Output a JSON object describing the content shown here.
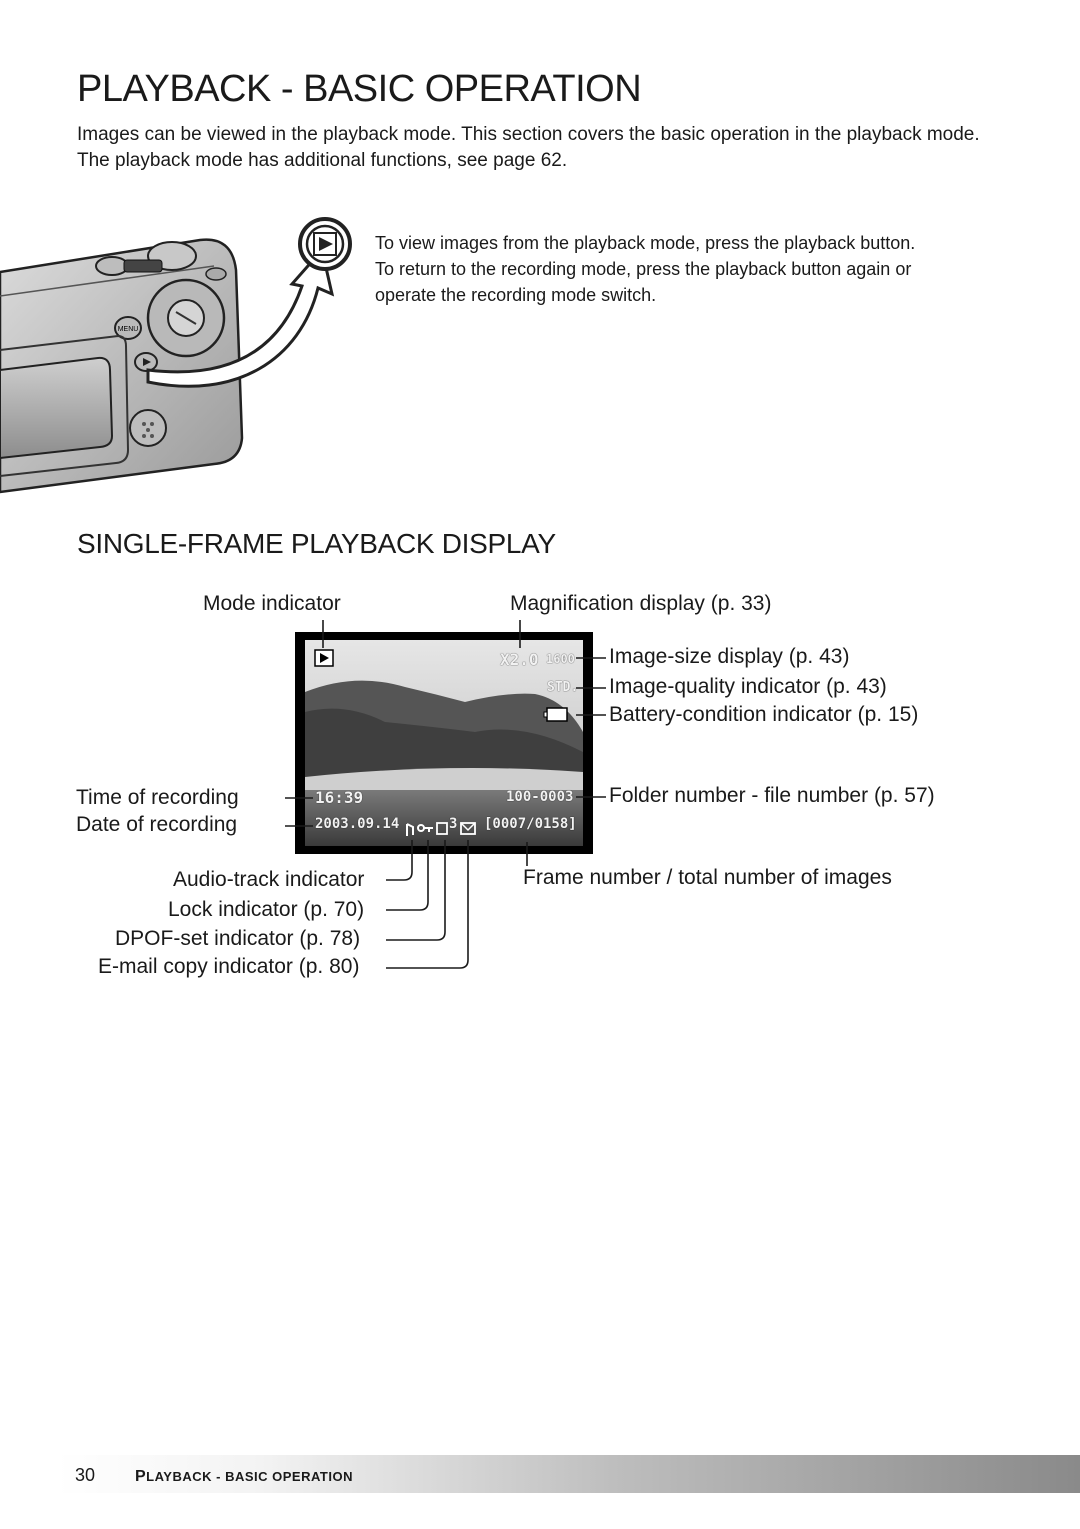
{
  "page": {
    "title": "PLAYBACK - BASIC OPERATION",
    "intro": "Images can be viewed in the playback mode. This section covers the basic operation in the playback mode. The playback mode has additional functions, see page 62.",
    "side_lines": [
      "To view images from the playback mode, press the playback button.",
      "To return to the recording mode, press the playback button again or",
      "operate the recording mode switch."
    ],
    "subtitle": "SINGLE-FRAME PLAYBACK DISPLAY"
  },
  "labels": {
    "mode_indicator": "Mode indicator",
    "magnification": "Magnification display (p. 33)",
    "image_size": "Image-size display (p. 43)",
    "image_quality": "Image-quality indicator (p. 43)",
    "battery": "Battery-condition indicator (p. 15)",
    "time": "Time of recording",
    "date": "Date of recording",
    "folder": "Folder number - file number (p. 57)",
    "audio": "Audio-track indicator",
    "lock": "Lock indicator (p. 70)",
    "dpof": "DPOF-set indicator (p. 78)",
    "email": "E-mail copy indicator (p. 80)",
    "frame": "Frame number / total number of images"
  },
  "lcd": {
    "mag": "X2.0",
    "size": "1600",
    "quality": "STD.",
    "time": "16:39",
    "folder_file": "100-0003",
    "date": "2003.09.14",
    "dpof_count": "3",
    "frame": "[0007/0158]"
  },
  "camera": {
    "menu_label": "MENU"
  },
  "footer": {
    "page_number": "30",
    "section_first": "P",
    "section_rest": "LAYBACK - BASIC OPERATION"
  },
  "colors": {
    "text": "#1a1a1a",
    "lcd_frame": "#000000",
    "footer_gradient_end": "#8a8a8a"
  }
}
